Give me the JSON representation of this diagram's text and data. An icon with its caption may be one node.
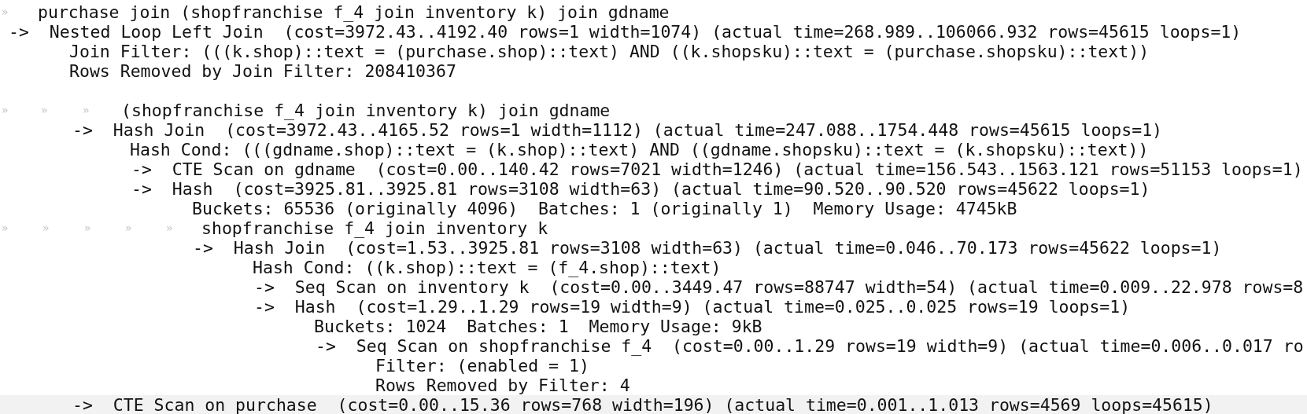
{
  "diagram": {
    "labels": [
      "»",
      "purchase join (shopfranchise f_4 join inventory k) join gdname",
      "->  Nested Loop Left Join  (cost=3972.43..4192.40 rows=1 width=1074) (actual time=268.989..106066.932 rows=45615 loops=1)",
      "Join Filter: (((k.shop)::text = (purchase.shop)::text) AND ((k.shopsku)::text = (purchase.shopsku)::text))",
      "Rows Removed by Join Filter: 208410367",
      "»",
      "»",
      "»",
      "(shopfranchise f_4 join inventory k) join gdname",
      "->  Hash Join  (cost=3972.43..4165.52 rows=1 width=1112) (actual time=247.088..1754.448 rows=45615 loops=1)",
      "Hash Cond: (((gdname.shop)::text = (k.shop)::text) AND ((gdname.shopsku)::text = (k.shopsku)::text))",
      "->  CTE Scan on gdname  (cost=0.00..140.42 rows=7021 width=1246) (actual time=156.543..1563.121 rows=51153 loops=1)",
      "->  Hash  (cost=3925.81..3925.81 rows=3108 width=63) (actual time=90.520..90.520 rows=45622 loops=1)",
      "Buckets: 65536 (originally 4096)  Batches: 1 (originally 1)  Memory Usage: 4745kB",
      "»",
      "»",
      "»",
      "»",
      "»",
      "shopfranchise f_4 join inventory k",
      "->  Hash Join  (cost=1.53..3925.81 rows=3108 width=63) (actual time=0.046..70.173 rows=45622 loops=1)",
      "Hash Cond: ((k.shop)::text = (f_4.shop)::text)",
      "->  Seq Scan on inventory k  (cost=0.00..3449.47 rows=88747 width=54) (actual time=0.009..22.978 rows=8",
      "->  Hash  (cost=1.29..1.29 rows=19 width=9) (actual time=0.025..0.025 rows=19 loops=1)",
      "Buckets: 1024  Batches: 1  Memory Usage: 9kB",
      "->  Seq Scan on shopfranchise f_4  (cost=0.00..1.29 rows=19 width=9) (actual time=0.006..0.017 ro",
      "Filter: (enabled = 1)",
      "Rows Removed by Filter: 4",
      "->  CTE Scan on purchase  (cost=0.00..15.36 rows=768 width=196) (actual time=0.001..1.013 rows=4569 loops=45615)"
    ]
  }
}
